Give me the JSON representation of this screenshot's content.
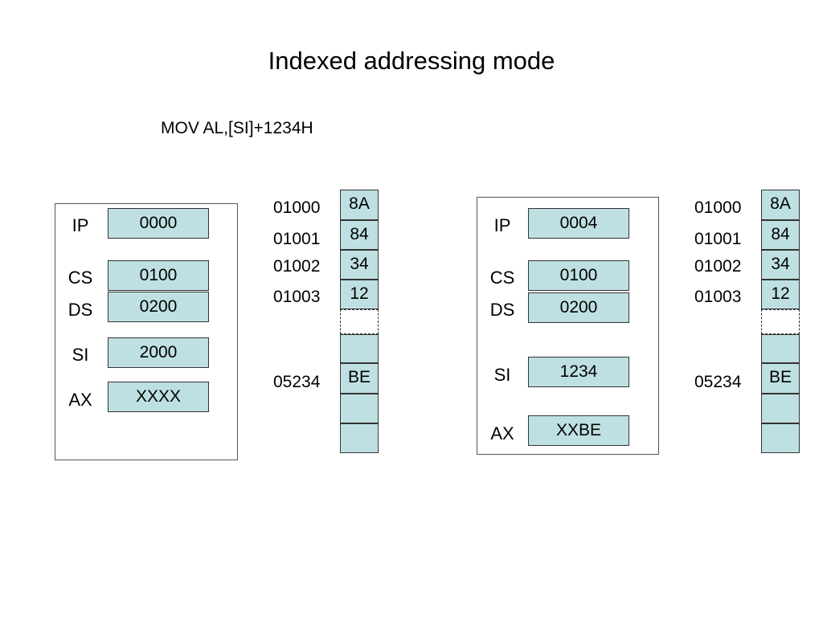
{
  "title": "Indexed addressing mode",
  "instruction": "MOV AL,[SI]+1234H",
  "before": {
    "registers": {
      "ip": {
        "label": "IP",
        "value": "0000"
      },
      "cs": {
        "label": "CS",
        "value": "0100"
      },
      "ds": {
        "label": "DS",
        "value": "0200"
      },
      "si": {
        "label": "SI",
        "value": "2000"
      },
      "ax": {
        "label": "AX",
        "value": "XXXX"
      }
    },
    "memory": {
      "addr0": "01000",
      "addr1": "01001",
      "addr2": "01002",
      "addr3": "01003",
      "addr4": "05234",
      "c0": "8A",
      "c1": "84",
      "c2": "34",
      "c3": "12",
      "c4": "BE"
    }
  },
  "after": {
    "registers": {
      "ip": {
        "label": "IP",
        "value": "0004"
      },
      "cs": {
        "label": "CS",
        "value": "0100"
      },
      "ds": {
        "label": "DS",
        "value": "0200"
      },
      "si": {
        "label": "SI",
        "value": "1234"
      },
      "ax": {
        "label": "AX",
        "value": "XXBE"
      }
    },
    "memory": {
      "addr0": "01000",
      "addr1": "01001",
      "addr2": "01002",
      "addr3": "01003",
      "addr4": "05234",
      "c0": "8A",
      "c1": "84",
      "c2": "34",
      "c3": "12",
      "c4": "BE"
    }
  },
  "colors": {
    "cell_fill": "#bfe0e2",
    "border": "#333333"
  }
}
